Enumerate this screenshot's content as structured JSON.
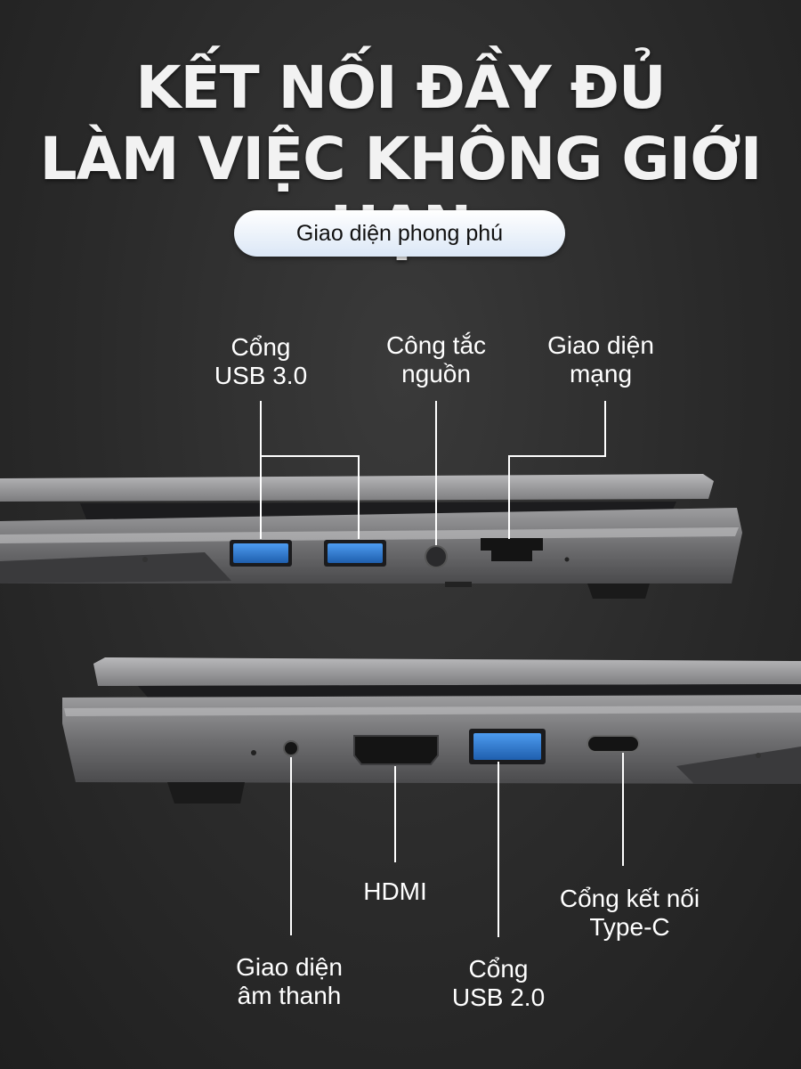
{
  "headline": {
    "line1": "KẾT NỐI ĐẦY ĐỦ",
    "line2": "LÀM VIỆC KHÔNG GIỚI HẠN"
  },
  "badge": "Giao diện phong phú",
  "ports_top": {
    "usb30": {
      "line1": "Cổng",
      "line2": "USB 3.0"
    },
    "power": {
      "line1": "Công tắc",
      "line2": "nguồn"
    },
    "network": {
      "line1": "Giao diện",
      "line2": "mạng"
    }
  },
  "ports_bottom": {
    "audio": {
      "line1": "Giao diện",
      "line2": "âm thanh"
    },
    "hdmi": {
      "line1": "HDMI"
    },
    "usb20": {
      "line1": "Cổng",
      "line2": "USB 2.0"
    },
    "typec": {
      "line1": "Cổng kết nối",
      "line2": "Type-C"
    }
  },
  "colors": {
    "usb3_blue": "#2f7fd6",
    "chassis": "#8a8a8c",
    "badge_bg": "#dbe7f6"
  }
}
